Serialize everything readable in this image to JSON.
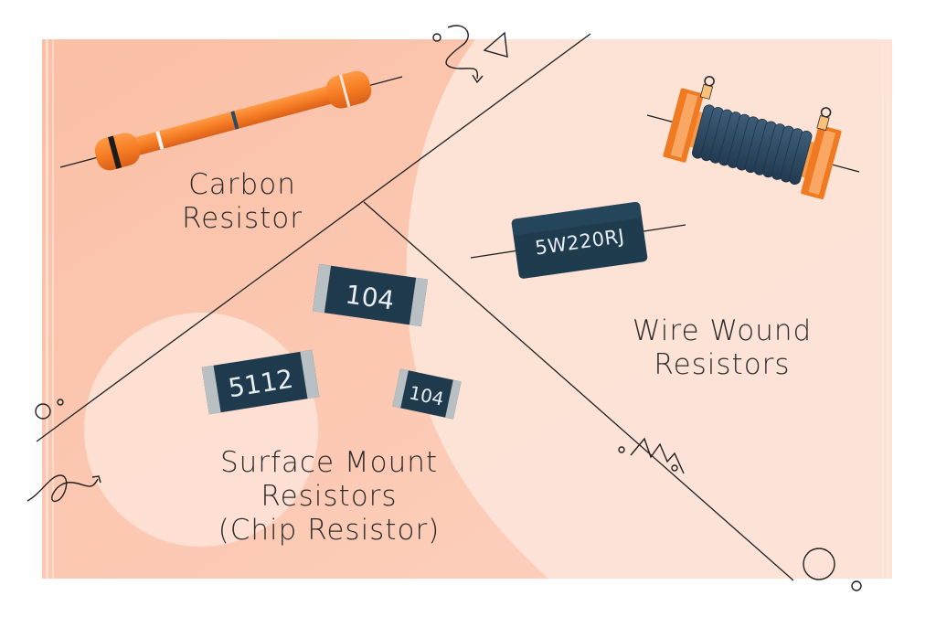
{
  "colors": {
    "background_panel": "#fbc3ab",
    "panel_light": "#fde3d6",
    "line": "#1f1f1f",
    "resistor_orange": "#f57a22",
    "wire_coil": "#2c4a63",
    "chip_body": "#1e3a4c",
    "chip_end": "#b9c0c4"
  },
  "labels": {
    "carbon": [
      "Carbon",
      "Resistor"
    ],
    "wire_wound": [
      "Wire Wound",
      "Resistors"
    ],
    "surface_mount": [
      "Surface Mount",
      "Resistors",
      "(Chip Resistor)"
    ]
  },
  "component_markings": {
    "ceramic_resistor": "5W220RJ",
    "chip_top": "104",
    "chip_left": "5112",
    "chip_small": "104"
  }
}
